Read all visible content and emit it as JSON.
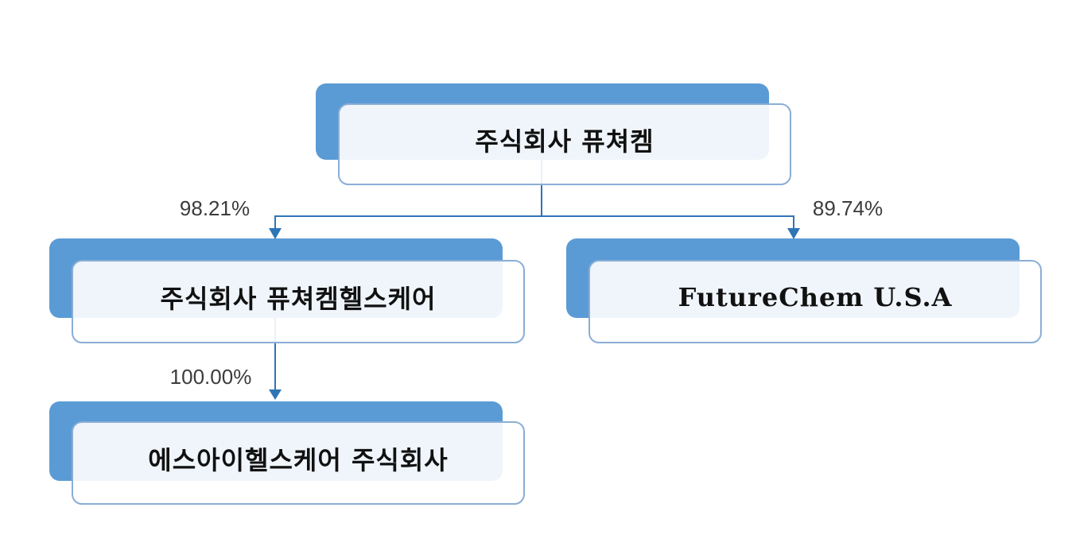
{
  "colors": {
    "background": "#ffffff",
    "node_back": "#5b9bd5",
    "node_border": "#8aaed6",
    "node_overlap_tint": "#edf2f9",
    "connector": "#2e75b6",
    "label_text": "#111111",
    "percent_text": "#3c3c3c"
  },
  "nodes": [
    {
      "id": "futurechem",
      "label": "주식회사 퓨쳐켐"
    },
    {
      "id": "futurechem-healthcare",
      "label": "주식회사 퓨쳐켐헬스케어"
    },
    {
      "id": "futurechem-usa",
      "label": "FutureChem U.S.A"
    },
    {
      "id": "si-healthcare",
      "label": "에스아이헬스케어 주식회사"
    }
  ],
  "edges": [
    {
      "from": "futurechem",
      "to": "futurechem-healthcare",
      "label": "98.21%"
    },
    {
      "from": "futurechem",
      "to": "futurechem-usa",
      "label": "89.74%"
    },
    {
      "from": "futurechem-healthcare",
      "to": "si-healthcare",
      "label": "100.00%"
    }
  ]
}
